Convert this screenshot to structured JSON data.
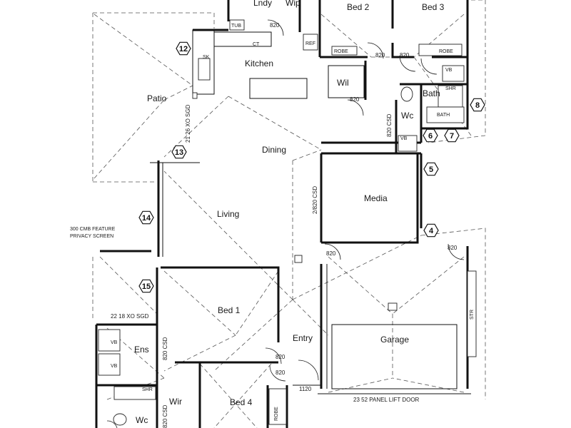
{
  "rooms": {
    "lndy": "Lndy",
    "wip": "Wip",
    "bed2": "Bed 2",
    "bed3": "Bed 3",
    "kitchen": "Kitchen",
    "wil": "Wil",
    "bath": "Bath",
    "wc_top": "Wc",
    "patio": "Patio",
    "dining": "Dining",
    "media": "Media",
    "living": "Living",
    "bed1": "Bed 1",
    "entry": "Entry",
    "garage": "Garage",
    "ens": "Ens",
    "bed4": "Bed 4",
    "wir": "Wir",
    "wc_bottom": "Wc"
  },
  "fixtures": {
    "tub": "TUB",
    "ct": "CT",
    "sk": "SK",
    "ref": "REF",
    "robe_bed2": "ROBE",
    "robe_bed3": "ROBE",
    "vb_bath": "VB",
    "shr_bath": "SHR",
    "bath_tub": "BATH",
    "vb_wc": "VB",
    "vb_ens1": "VB",
    "vb_ens2": "VB",
    "shr_ens": "SHR",
    "str": "STR",
    "robe_bed4": "ROBE"
  },
  "dimensions": {
    "door_820_lndy": "820",
    "door_820_bed2": "820",
    "door_820_bed3": "820",
    "door_820_wil": "820",
    "csd_wc": "820 CSD",
    "sgd_patio": "21 26 XO SGD",
    "csd_media": "2/820 CSD",
    "door_820_media": "820",
    "door_820_garage": "820",
    "feature_screen_1": "300 CMB FEATURE",
    "feature_screen_2": "PRIVACY SCREEN",
    "sgd_bed1": "22 18 XO SGD",
    "csd_ens": "820 CSD",
    "door_820_entry1": "820",
    "door_820_entry2": "820",
    "door_1120": "1120",
    "garage_door": "23 52 PANEL LIFT DOOR",
    "csd_wir": "820 CSD"
  },
  "markers": [
    "4",
    "5",
    "6",
    "7",
    "8",
    "12",
    "13",
    "14",
    "15"
  ]
}
